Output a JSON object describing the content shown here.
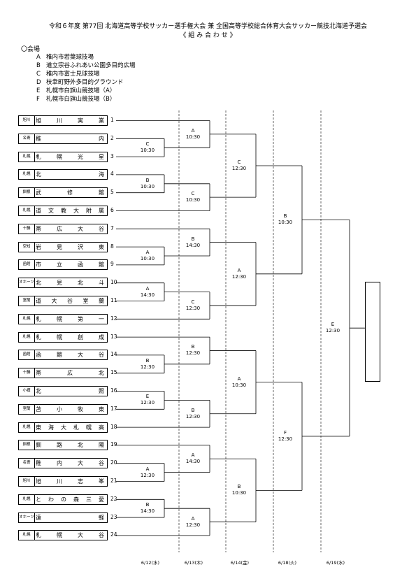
{
  "header": {
    "title_line1": "令和６年度 第77回 北海道高等学校サッカー選手権大会 兼 全国高等学校総合体育大会サッカー競技北海道予選会",
    "title_line2": "《 組 み 合 わ せ 》"
  },
  "venues": {
    "heading": "〇会場",
    "items": [
      {
        "key": "A",
        "name": "稚内市若葉球技場"
      },
      {
        "key": "B",
        "name": "道立宗谷ふれあい公園多目的広場"
      },
      {
        "key": "C",
        "name": "稚内市富士見球技場"
      },
      {
        "key": "D",
        "name": "枝幸町野外多目的グラウンド"
      },
      {
        "key": "E",
        "name": "札幌市白旗山競技場（A）"
      },
      {
        "key": "F",
        "name": "札幌市白旗山競技場（B）"
      }
    ]
  },
  "teams": [
    {
      "no": "1",
      "region": "旭川",
      "name": "旭川実業"
    },
    {
      "no": "2",
      "region": "名寄",
      "name": "稚内"
    },
    {
      "no": "3",
      "region": "札幌",
      "name": "札幌光星"
    },
    {
      "no": "4",
      "region": "札幌",
      "name": "北海"
    },
    {
      "no": "5",
      "region": "釧根",
      "name": "武修館"
    },
    {
      "no": "6",
      "region": "札幌",
      "name": "道文教大附属"
    },
    {
      "no": "7",
      "region": "十勝",
      "name": "帯広大谷"
    },
    {
      "no": "8",
      "region": "空知",
      "name": "岩見沢東"
    },
    {
      "no": "9",
      "region": "函館",
      "name": "市立函館"
    },
    {
      "no": "10",
      "region": "オホーツク",
      "name": "北見北斗"
    },
    {
      "no": "11",
      "region": "室蘭",
      "name": "道大谷室蘭"
    },
    {
      "no": "12",
      "region": "札幌",
      "name": "札幌第一"
    },
    {
      "no": "13",
      "region": "札幌",
      "name": "札幌創成"
    },
    {
      "no": "14",
      "region": "函館",
      "name": "函館大谷"
    },
    {
      "no": "15",
      "region": "十勝",
      "name": "帯広北"
    },
    {
      "no": "16",
      "region": "小樽",
      "name": "北照"
    },
    {
      "no": "17",
      "region": "室蘭",
      "name": "苫小牧東"
    },
    {
      "no": "18",
      "region": "札幌",
      "name": "東海大札幌高"
    },
    {
      "no": "19",
      "region": "釧根",
      "name": "釧路北陽"
    },
    {
      "no": "20",
      "region": "名寄",
      "name": "稚内大谷"
    },
    {
      "no": "21",
      "region": "旭川",
      "name": "旭川志峯"
    },
    {
      "no": "22",
      "region": "札幌",
      "name": "とわの森三愛"
    },
    {
      "no": "23",
      "region": "オホーツク",
      "name": "遠軽"
    },
    {
      "no": "24",
      "region": "札幌",
      "name": "札幌大谷"
    }
  ],
  "matches": [
    {
      "venue": "C",
      "time": "10:30"
    },
    {
      "venue": "A",
      "time": "10:30"
    },
    {
      "venue": "B",
      "time": "10:30"
    },
    {
      "venue": "C",
      "time": "10:30"
    },
    {
      "venue": "A",
      "time": "10:30"
    },
    {
      "venue": "B",
      "time": "14:30"
    },
    {
      "venue": "A",
      "time": "14:30"
    },
    {
      "venue": "C",
      "time": "12:30"
    },
    {
      "venue": "B",
      "time": "12:30"
    },
    {
      "venue": "B",
      "time": "12:30"
    },
    {
      "venue": "E",
      "time": "12:30"
    },
    {
      "venue": "B",
      "time": "12:30"
    },
    {
      "venue": "A",
      "time": "12:30"
    },
    {
      "venue": "A",
      "time": "14:30"
    },
    {
      "venue": "B",
      "time": "14:30"
    },
    {
      "venue": "A",
      "time": "12:30"
    },
    {
      "venue": "C",
      "time": "12:30"
    },
    {
      "venue": "A",
      "time": "12:30"
    },
    {
      "venue": "A",
      "time": "10:30"
    },
    {
      "venue": "B",
      "time": "10:30"
    },
    {
      "venue": "B",
      "time": "10:30"
    },
    {
      "venue": "F",
      "time": "12:30"
    },
    {
      "venue": "E",
      "time": "12:30"
    }
  ],
  "dates": [
    "6/12(水)",
    "6/13(木)",
    "6/14(金)",
    "6/18(火)",
    "6/19(水)"
  ]
}
